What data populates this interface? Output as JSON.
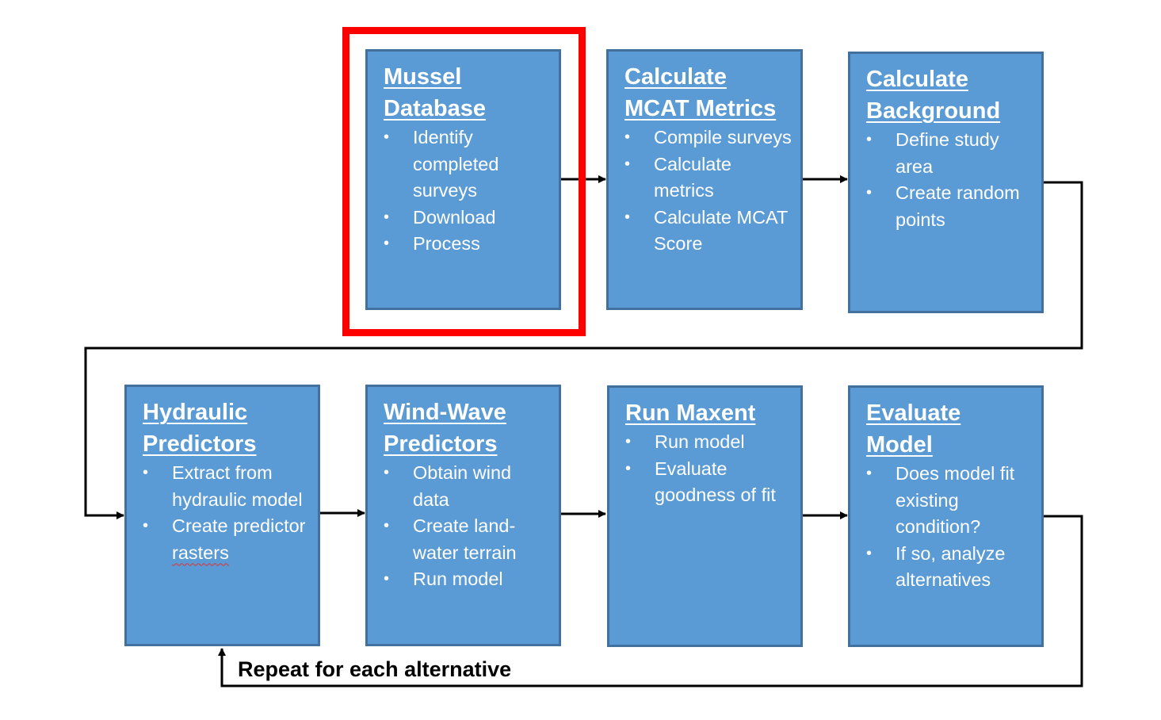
{
  "boxes": [
    {
      "title_lines": [
        "Mussel",
        "Database"
      ],
      "bullets": [
        "Identify completed surveys",
        "Download",
        "Process"
      ]
    },
    {
      "title_lines": [
        "Calculate",
        "MCAT Metrics"
      ],
      "bullets": [
        "Compile surveys",
        "Calculate metrics",
        "Calculate MCAT Score"
      ]
    },
    {
      "title_lines": [
        "Calculate",
        "Background"
      ],
      "bullets": [
        "Define study area",
        "Create random points"
      ]
    },
    {
      "title_lines": [
        "Hydraulic",
        "Predictors"
      ],
      "bullets": [
        "Extract from hydraulic model",
        "Create predictor"
      ],
      "last_bullet_word": "rasters"
    },
    {
      "title_lines": [
        "Wind-Wave",
        "Predictors"
      ],
      "bullets": [
        "Obtain wind data",
        "Create land-water terrain",
        "Run model"
      ]
    },
    {
      "title_lines": [
        "Run Maxent"
      ],
      "bullets": [
        "Run model",
        "Evaluate goodness of fit"
      ]
    },
    {
      "title_lines": [
        "Evaluate",
        "Model"
      ],
      "bullets": [
        "Does model fit existing condition?",
        "If so, analyze alternatives"
      ]
    }
  ],
  "loop_label": "Repeat for each alternative",
  "colors": {
    "box_fill": "#5b9bd5",
    "box_border": "#41719c",
    "highlight": "#ff0000",
    "connector": "#000000"
  }
}
